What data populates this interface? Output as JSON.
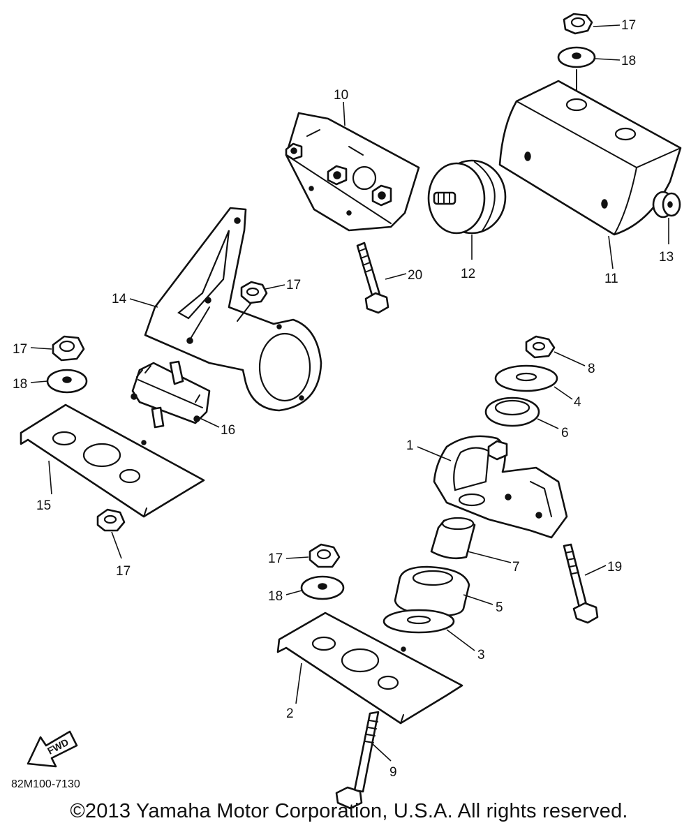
{
  "diagram": {
    "code": "82M100-7130",
    "fwd_label": "FWD",
    "callouts": [
      "1",
      "2",
      "3",
      "4",
      "5",
      "6",
      "7",
      "8",
      "9",
      "10",
      "11",
      "12",
      "13",
      "14",
      "15",
      "16",
      "17",
      "18",
      "19",
      "20"
    ],
    "copyright": "©2013 Yamaha Motor Corporation, U.S.A. All rights reserved."
  }
}
